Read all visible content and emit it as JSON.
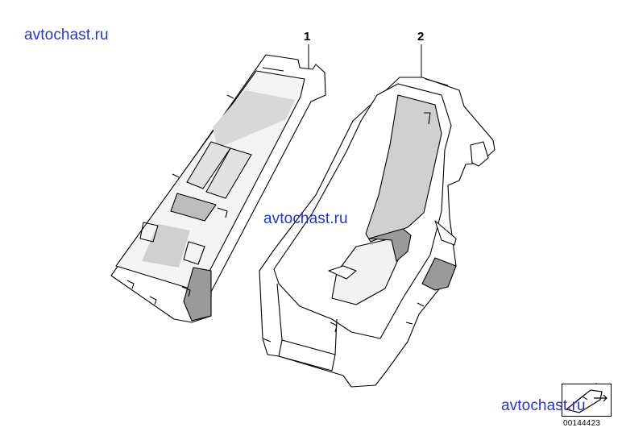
{
  "watermarks": [
    "avtochast.ru",
    "avtochast.ru",
    "avtochast.ru"
  ],
  "callouts": {
    "part1": "1",
    "part2": "2"
  },
  "diagram_id": "00144423",
  "icons": [
    "part-1-tray-icon",
    "part-2-housing-icon",
    "car-orientation-icon"
  ],
  "colors": {
    "watermark": "#2a33c8",
    "line": "#000000",
    "shade": "#9a9a9a"
  }
}
